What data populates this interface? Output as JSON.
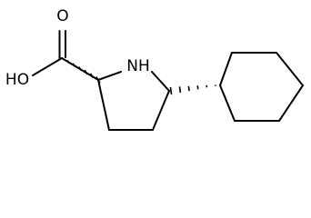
{
  "molecule": {
    "atoms": {
      "oxygen_carbonyl": "O",
      "hydroxyl": "HO",
      "amine": "NH"
    }
  }
}
